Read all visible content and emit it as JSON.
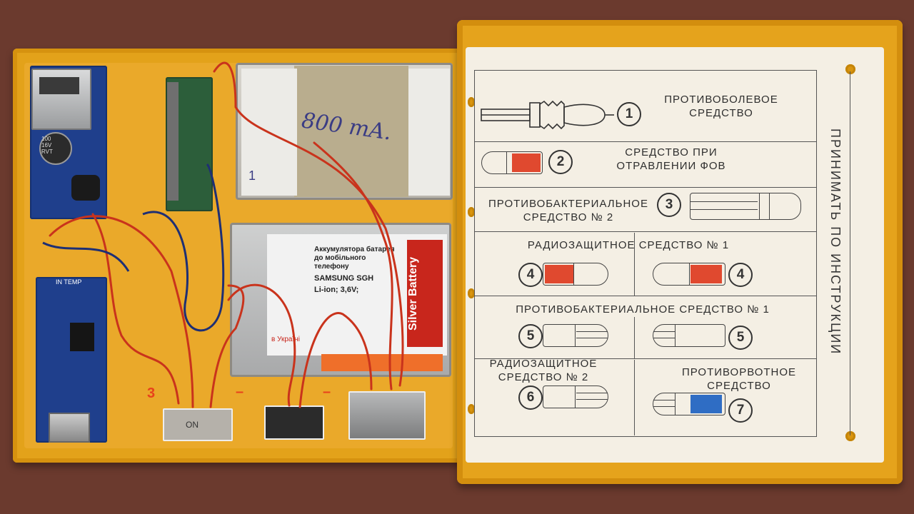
{
  "card": {
    "vertical_text": "Принимать по инструкции",
    "items": [
      {
        "label": "Противоболевое средство",
        "number": "1"
      },
      {
        "label": "Средство при отравлении ФОВ",
        "number": "2"
      },
      {
        "label": "Противобактериальное средство № 2",
        "number": "3"
      },
      {
        "label": "Радиозащитное средство № 1",
        "number": "4"
      },
      {
        "label": "Противобактериальное средство № 1",
        "number": "5"
      },
      {
        "label": "Радиозащитное средство № 2",
        "number": "6"
      },
      {
        "label": "Противорвотное средство",
        "number": "7"
      }
    ],
    "colors": {
      "red": "#e0492f",
      "blue": "#2f6dc4"
    }
  },
  "device": {
    "battery_handwriting": "800 mA.",
    "battery_mark": "1",
    "battery2_label": {
      "brand": "Silver Battery",
      "title": "Аккумулятора батарея до мобільного телефону",
      "model": "SAMSUNG SGH",
      "spec": "Li-ion; 3,6V;",
      "origin": "в Україні"
    },
    "capacitor_text": "100 16V RVT",
    "switch_text": "ON",
    "board_label": "IN TEMP"
  }
}
